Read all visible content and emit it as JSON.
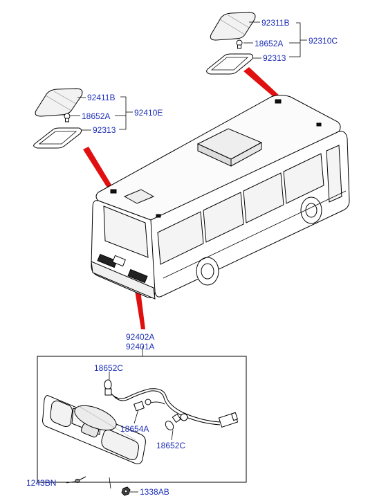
{
  "colors": {
    "label": "#1e2fb8",
    "line": "#000000",
    "arrow": "#e01010"
  },
  "roof_lamp_right": {
    "assembly": "92310C",
    "lens": "92311B",
    "bulb": "18652A",
    "gasket": "92313"
  },
  "roof_lamp_left": {
    "assembly": "92410E",
    "lens": "92411B",
    "bulb": "18652A",
    "gasket": "92313"
  },
  "rear_lamp": {
    "assembly_a": "92402A",
    "assembly_b": "92401A",
    "bulb_top": "18652C",
    "socket": "18654A",
    "bulb_bottom": "18652C",
    "screw": "1243BN",
    "nut": "1338AB"
  },
  "icons": [
    "bus-illustration",
    "roof-lamp-lens-icon",
    "bulb-icon",
    "gasket-icon",
    "rear-lamp-housing-icon",
    "wiring-harness-icon",
    "screw-icon",
    "nut-icon"
  ]
}
